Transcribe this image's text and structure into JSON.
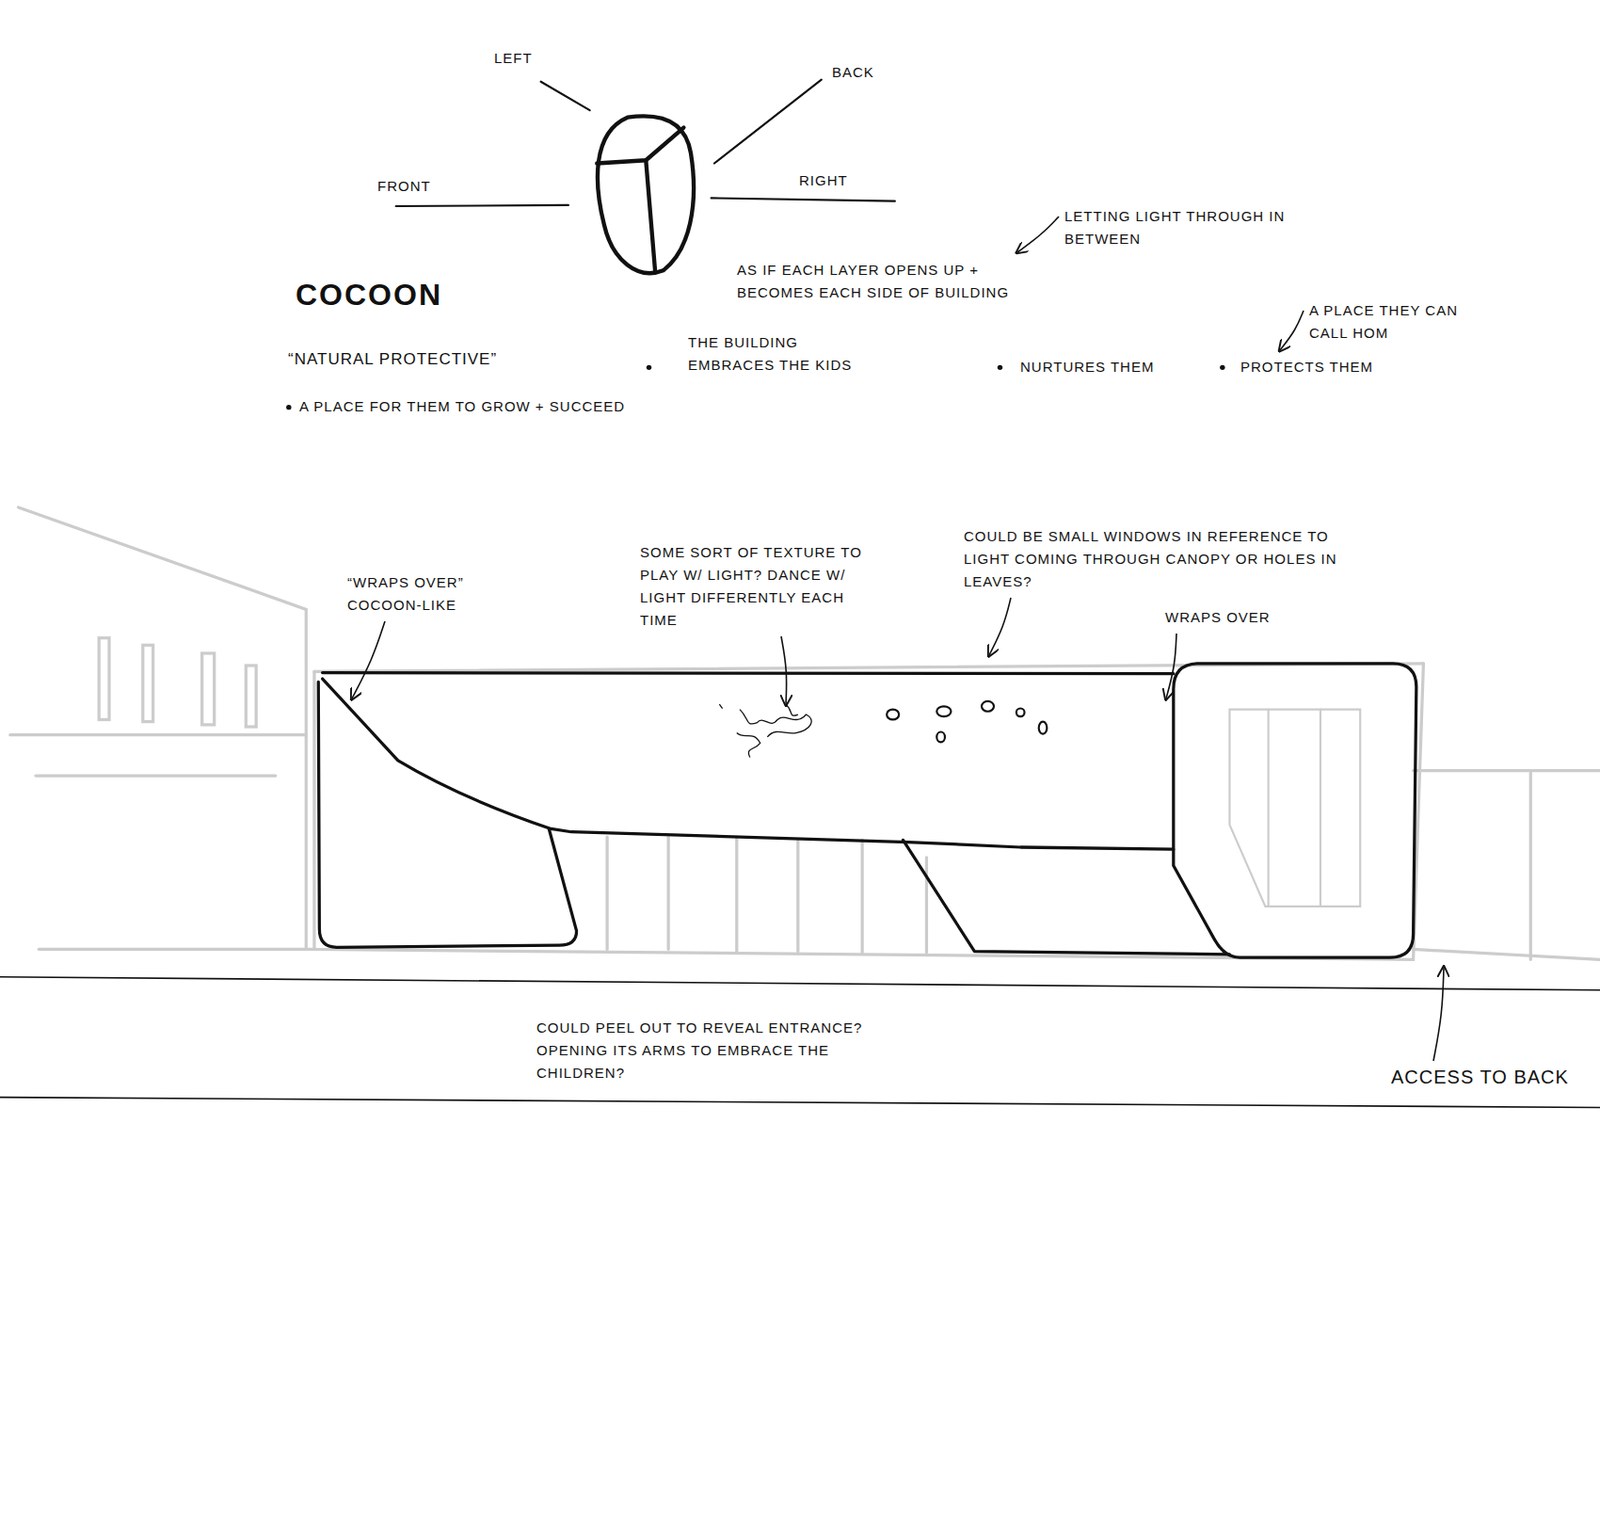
{
  "diagram": {
    "title": "COCOON",
    "labels": [
      "LEFT",
      "BACK",
      "FRONT",
      "RIGHT",
      "LETTING LIGHT THROUGH IN BETWEEN",
      "AS IF EACH LAYER OPENS UP + BECOMES EACH SIDE OF BUILDING",
      "A PLACE THEY CAN CALL HOM",
      "“NATURAL PROTECTIVE”",
      "THE BUILDING EMBRACES THE KIDS",
      "NURTURES THEM",
      "PROTECTS THEM",
      "A PLACE FOR THEM TO GROW + SUCCEED",
      "“WRAPS OVER” COCOON-LIKE",
      "SOME SORT OF TEXTURE TO PLAY W/ LIGHT? DANCE W/ LIGHT DIFFERENTLY EACH TIME",
      "COULD BE SMALL WINDOWS IN REFERENCE TO LIGHT COMING THROUGH CANOPY OR HOLES IN LEAVES?",
      "WRAPS OVER",
      "COULD PEEL OUT TO REVEAL ENTRANCE? OPENING ITS ARMS TO EMBRACE THE CHILDREN?",
      "ACCESS TO BACK"
    ]
  }
}
